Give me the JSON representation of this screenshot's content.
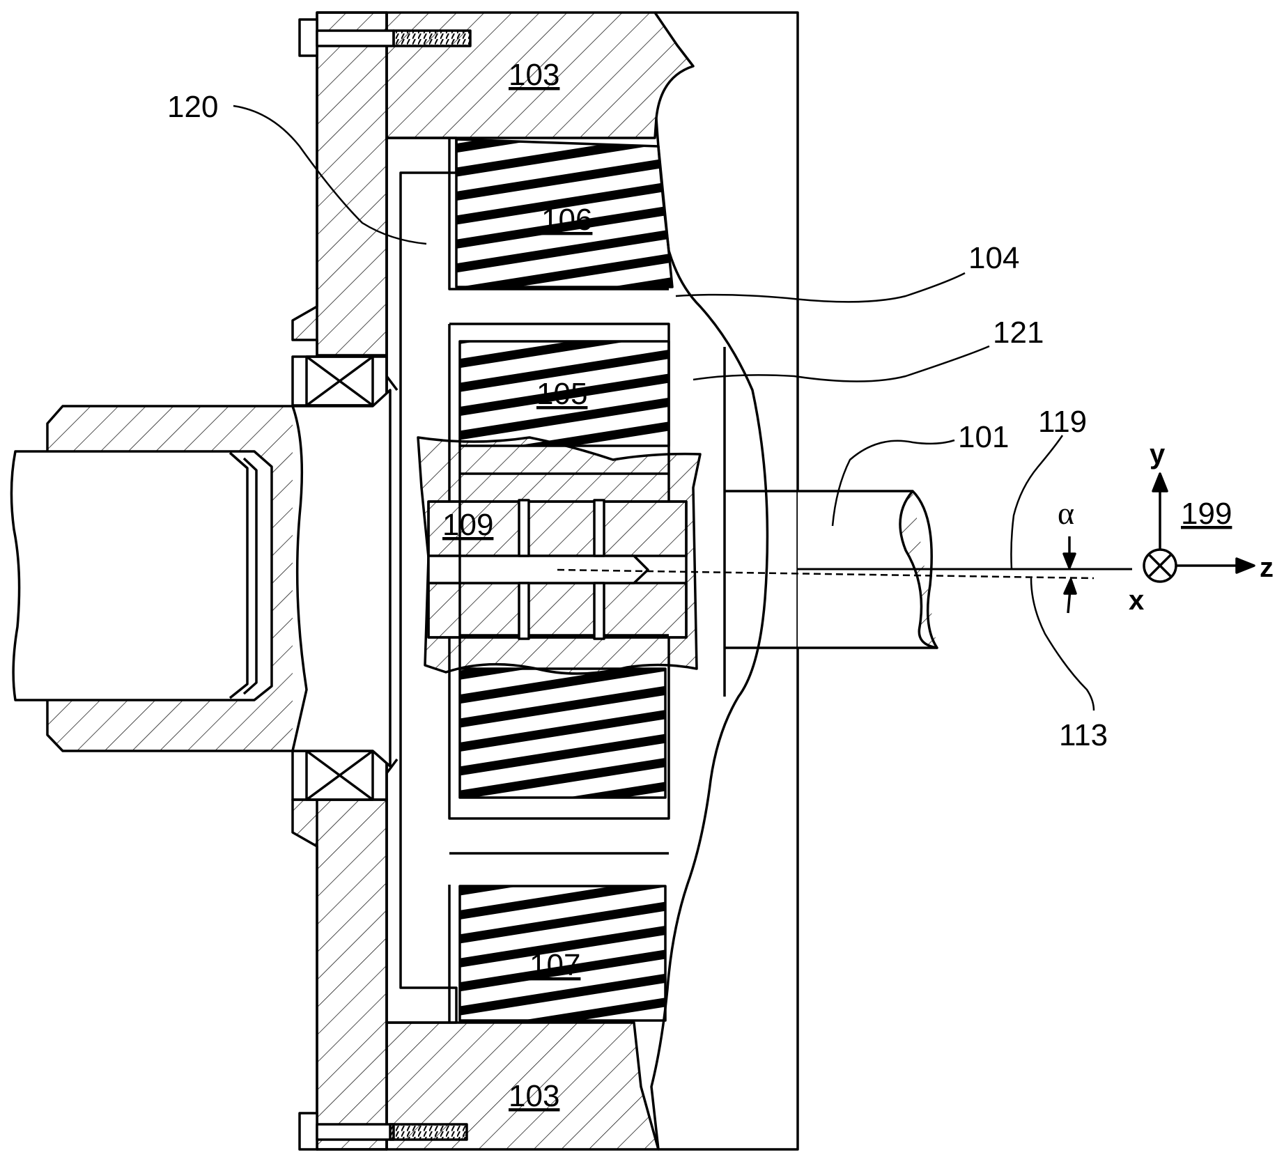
{
  "labels": {
    "housing_top": "103",
    "housing_bottom": "103",
    "coil_106": "106",
    "coil_105": "105",
    "coil_107": "107",
    "shaft_109": "109",
    "ref_120": "120",
    "ref_104": "104",
    "ref_121": "121",
    "ref_101": "101",
    "ref_119": "119",
    "ref_113": "113",
    "ref_199": "199",
    "angle_alpha": "α",
    "axis_y": "y",
    "axis_z": "z",
    "axis_x": "x"
  },
  "colors": {
    "line": "#000000",
    "background": "#ffffff"
  }
}
